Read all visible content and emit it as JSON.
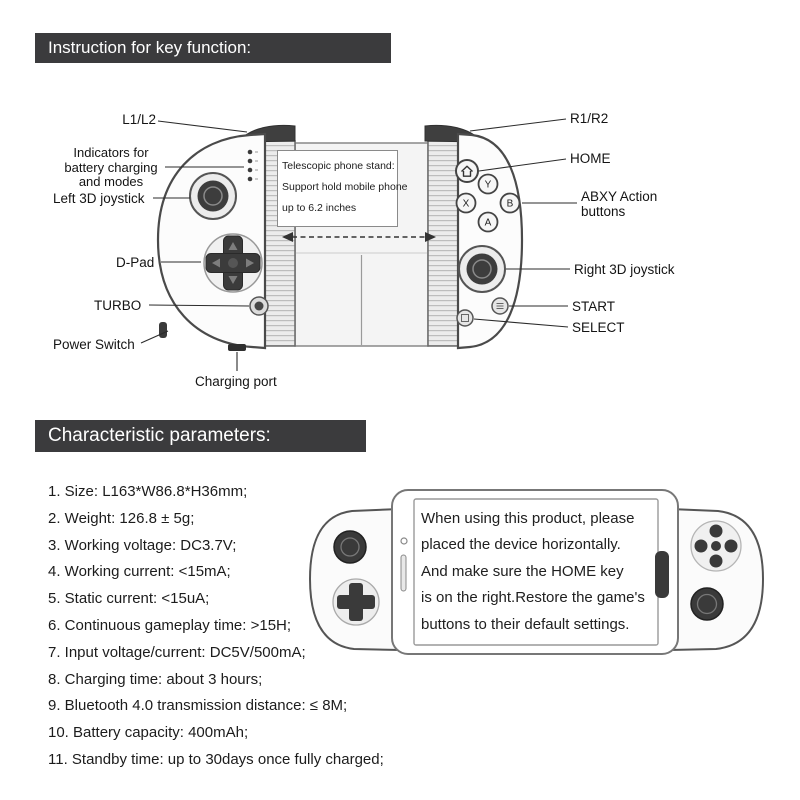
{
  "sections": {
    "key_function_title": "Instruction for key function:",
    "parameters_title": "Characteristic parameters:"
  },
  "diagram": {
    "labels": {
      "l1l2": "L1/L2",
      "indicators": "Indicators for battery charging and modes",
      "left_joystick": "Left 3D joystick",
      "dpad": "D-Pad",
      "turbo": "TURBO",
      "power_switch": "Power Switch",
      "charging_port": "Charging port",
      "r1r2": "R1/R2",
      "home": "HOME",
      "abxy": "ABXY Action buttons",
      "right_joystick": "Right 3D joystick",
      "start": "START",
      "select": "SELECT"
    },
    "buttons": {
      "y": "Y",
      "x": "X",
      "b": "B",
      "a": "A"
    },
    "note": {
      "line1": "Telescopic phone stand:",
      "line2": "Support hold mobile phone",
      "line3": "up to 6.2 inches"
    }
  },
  "parameters": [
    "1. Size: L163*W86.8*H36mm;",
    "2. Weight: 126.8 ± 5g;",
    "3. Working voltage: DC3.7V;",
    "4. Working current: <15mA;",
    "5. Static current: <15uA;",
    "6. Continuous gameplay time: >15H;",
    "7. Input voltage/current: DC5V/500mA;",
    "8. Charging time: about 3 hours;",
    "9. Bluetooth 4.0 transmission distance: ≤ 8M;",
    "10. Battery capacity: 400mAh;",
    "11. Standby time: up to 30days once fully charged;"
  ],
  "phone_panel": {
    "lines": [
      "When using this product, please",
      "placed the device horizontally.",
      "And make sure the HOME key",
      "is on the right.Restore the game's",
      "buttons to their default settings."
    ]
  },
  "colors": {
    "header_bg": "#3b3b3d",
    "header_text": "#ffffff",
    "dark_part": "#3d3d3d",
    "outline": "#4a4a4a"
  }
}
